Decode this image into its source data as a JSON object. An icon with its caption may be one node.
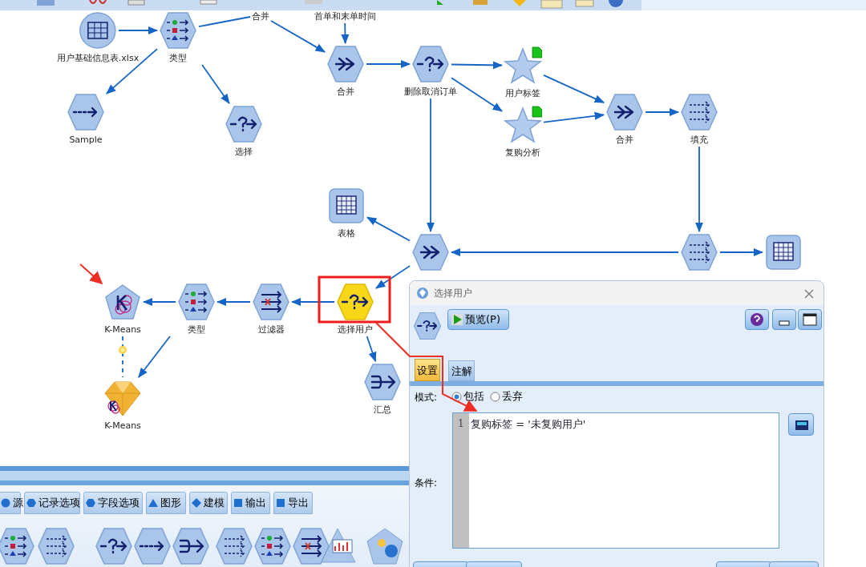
{
  "diagram": {
    "nodes": [
      {
        "text": [
          "用户基础信息表.xlsx"
        ]
      },
      {
        "text": [
          "类型"
        ]
      },
      {
        "text": [
          "合并"
        ]
      },
      {
        "text": [
          "首单和末单时间"
        ]
      },
      {
        "text": [
          "Sample"
        ]
      },
      {
        "text": [
          "选择"
        ]
      },
      {
        "text": [
          "合并"
        ]
      },
      {
        "text": [
          "删除取消订单"
        ]
      },
      {
        "text": [
          "用户标签"
        ]
      },
      {
        "text": [
          "复购分析"
        ]
      },
      {
        "text": [
          "合并"
        ]
      },
      {
        "text": [
          "填充"
        ]
      },
      {
        "text": [
          "表格"
        ]
      },
      {
        "text": [],
        "shape": "picture"
      },
      {
        "text": [],
        "shape": "picture"
      },
      {
        "text": [],
        "shape": "picture"
      },
      {
        "text": [
          "选择用户"
        ]
      },
      {
        "text": [
          "过滤器"
        ]
      },
      {
        "text": [
          "类型"
        ]
      },
      {
        "text": [
          "K-Means"
        ]
      },
      {
        "text": [
          "汇总"
        ]
      },
      {
        "text": [
          "K-Means"
        ]
      },
      {
        "text": [
          "1",
          "复购标签 = '未复购用户'"
        ]
      }
    ],
    "edges": [
      {
        "from": 0,
        "to": 1,
        "arrow": "to"
      },
      {
        "from": 1,
        "to": 2,
        "arrow": "none"
      },
      {
        "from": 2,
        "to": 6,
        "arrow": "to"
      },
      {
        "from": 3,
        "to": 6,
        "arrow": "to"
      },
      {
        "from": 1,
        "to": 4,
        "arrow": "to"
      },
      {
        "from": 1,
        "to": 5,
        "arrow": "to"
      },
      {
        "from": 6,
        "to": 7,
        "arrow": "to"
      },
      {
        "from": 7,
        "to": 8,
        "arrow": "to"
      },
      {
        "from": 7,
        "to": 9,
        "arrow": "to"
      },
      {
        "from": 8,
        "to": 10,
        "arrow": "to"
      },
      {
        "from": 9,
        "to": 10,
        "arrow": "to"
      },
      {
        "from": 10,
        "to": 11,
        "arrow": "to"
      },
      {
        "from": 7,
        "to": 13,
        "arrow": "to"
      },
      {
        "from": 11,
        "to": 14,
        "arrow": "to"
      },
      {
        "from": 14,
        "to": 13,
        "arrow": "to"
      },
      {
        "from": 14,
        "to": 15,
        "arrow": "to"
      },
      {
        "from": 13,
        "to": 12,
        "arrow": "to"
      },
      {
        "from": 13,
        "to": 16,
        "arrow": "to"
      },
      {
        "from": 16,
        "to": 17,
        "arrow": "to"
      },
      {
        "from": 17,
        "to": 18,
        "arrow": "to"
      },
      {
        "from": 18,
        "to": 19,
        "arrow": "to"
      },
      {
        "from": 18,
        "to": 21,
        "arrow": "to"
      },
      {
        "from": 16,
        "to": 20,
        "arrow": "to"
      },
      {
        "from": 19,
        "to": 21,
        "arrow": "none",
        "style": "dashed"
      },
      {
        "from": null,
        "to": 19,
        "arrow": "to",
        "color": "#f02d22"
      },
      {
        "from": 16,
        "to": 22,
        "arrow": "to",
        "color": "#f02d22"
      }
    ],
    "labels": [
      "选择用户",
      "预览(P)",
      "设置",
      "注解",
      "模式:",
      "包括",
      "丢弃",
      "条件:",
      "源",
      "记录选项",
      "字段选项",
      "图形",
      "建模",
      "输出",
      "导出"
    ]
  }
}
